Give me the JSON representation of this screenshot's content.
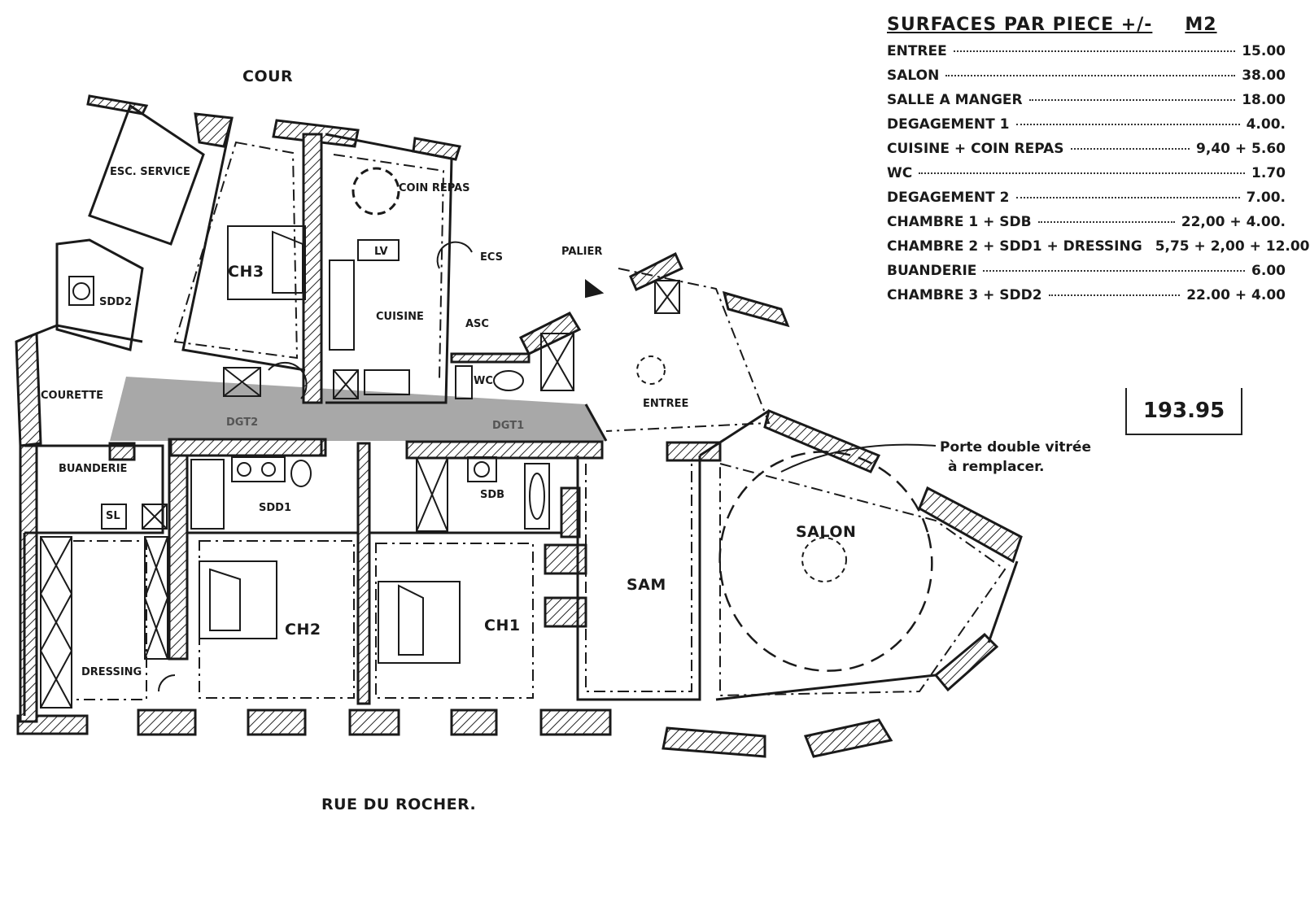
{
  "labels": {
    "cour": "COUR",
    "street": "RUE DU ROCHER.",
    "palier": "PALIER",
    "esc_service": "ESC. SERVICE",
    "coin_repas": "COIN REPAS",
    "ch3": "CH3",
    "sdd2": "SDD2",
    "courette": "COURETTE",
    "cuisine": "CUISINE",
    "asc": "ASC",
    "ecs": "ECS",
    "lv": "LV",
    "wc": "WC",
    "entree": "ENTREE",
    "dgt2": "DGT2",
    "dgt1": "DGT1",
    "buanderie": "BUANDERIE",
    "sl": "SL",
    "sdd1": "SDD1",
    "sdb": "SDB",
    "sam": "SAM",
    "salon": "SALON",
    "ch2": "CH2",
    "ch1": "CH1",
    "dressing": "DRESSING"
  },
  "surfaces": {
    "title": "SURFACES PAR PIECE +/-",
    "unit": "M2",
    "rows": [
      {
        "name": "ENTREE",
        "value": "15.00"
      },
      {
        "name": "SALON",
        "value": "38.00"
      },
      {
        "name": "SALLE A MANGER",
        "value": "18.00"
      },
      {
        "name": "DEGAGEMENT 1",
        "value": "4.00."
      },
      {
        "name": "CUISINE + COIN REPAS",
        "value": "9,40 + 5.60"
      },
      {
        "name": "WC",
        "value": "1.70"
      },
      {
        "name": "DEGAGEMENT 2",
        "value": "7.00."
      },
      {
        "name": "CHAMBRE 1 + SDB",
        "value": "22,00 + 4.00."
      },
      {
        "name": "CHAMBRE 2 + SDD1 + DRESSING",
        "value": "5,75 + 2,00 + 12.00"
      },
      {
        "name": "BUANDERIE",
        "value": "6.00"
      },
      {
        "name": "CHAMBRE 3 + SDD2",
        "value": "22.00 + 4.00"
      }
    ],
    "total": "193.95"
  },
  "note": {
    "line1": "Porte double vitrée",
    "line2": "à remplacer."
  }
}
